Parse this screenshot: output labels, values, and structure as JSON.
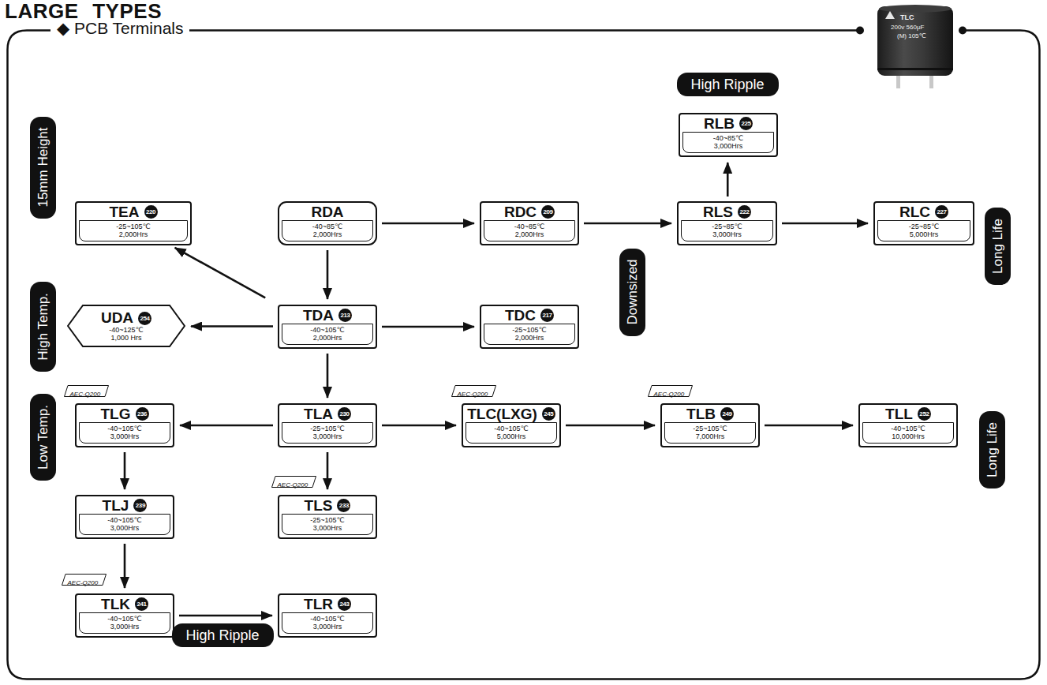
{
  "diagram": {
    "title": "LARGE TYPES",
    "nodes": [
      {
        "text": [
          "◆ PCB Terminals"
        ]
      },
      {
        "text": [
          "High Ripple"
        ],
        "in": 0
      },
      {
        "text": [
          "RLB",
          "225",
          "-40~85℃",
          "3,000Hrs"
        ],
        "in": 0
      },
      {
        "text": [
          "15mm Height"
        ],
        "in": 0
      },
      {
        "text": [
          "TEA",
          "220",
          "-25~105℃",
          "2,000Hrs"
        ],
        "in": 0
      },
      {
        "text": [
          "RDA",
          "-40~85℃",
          "2,000Hrs"
        ],
        "in": 0
      },
      {
        "text": [
          "RDC",
          "209",
          "-40~85℃",
          "2,000Hrs"
        ],
        "in": 0
      },
      {
        "text": [
          "RLS",
          "222",
          "-25~85℃",
          "3,000Hrs"
        ],
        "in": 0
      },
      {
        "text": [
          "RLC",
          "227",
          "-25~85℃",
          "5,000Hrs"
        ],
        "in": 0
      },
      {
        "text": [
          "Long Life"
        ],
        "in": 0
      },
      {
        "text": [
          "Downsized"
        ],
        "in": 0
      },
      {
        "text": [
          "High Temp."
        ],
        "in": 0
      },
      {
        "text": [
          "UDA",
          "254",
          "-40~125℃",
          "1,000 Hrs"
        ],
        "in": 0
      },
      {
        "text": [
          "TDA",
          "213",
          "-40~105℃",
          "2,000Hrs"
        ],
        "in": 0
      },
      {
        "text": [
          "TDC",
          "217",
          "-25~105℃",
          "2,000Hrs"
        ],
        "in": 0
      },
      {
        "text": [
          "AEC-Q200"
        ],
        "in": 0
      },
      {
        "text": [
          "AEC-Q200"
        ],
        "in": 0
      },
      {
        "text": [
          "AEC-Q200"
        ],
        "in": 0
      },
      {
        "text": [
          "Low Temp."
        ],
        "in": 0
      },
      {
        "text": [
          "TLG",
          "236",
          "-40~105℃",
          "3,000Hrs"
        ],
        "in": 0
      },
      {
        "text": [
          "TLA",
          "230",
          "-25~105℃",
          "3,000Hrs"
        ],
        "in": 0
      },
      {
        "text": [
          "TLC(LXG)",
          "245",
          "-40~105℃",
          "5,000Hrs"
        ],
        "in": 0
      },
      {
        "text": [
          "TLB",
          "249",
          "-25~105℃",
          "7,000Hrs"
        ],
        "in": 0
      },
      {
        "text": [
          "TLL",
          "252",
          "-40~105℃",
          "10,000Hrs"
        ],
        "in": 0
      },
      {
        "text": [
          "Long Life"
        ],
        "in": 0
      },
      {
        "text": [
          "AEC-Q200"
        ],
        "in": 0
      },
      {
        "text": [
          "TLJ",
          "239",
          "-40~105℃",
          "3,000Hrs"
        ],
        "in": 0
      },
      {
        "text": [
          "TLS",
          "233",
          "-25~105℃",
          "3,000Hrs"
        ],
        "in": 0
      },
      {
        "text": [
          "AEC-Q200"
        ],
        "in": 0
      },
      {
        "text": [
          "TLK",
          "241",
          "-40~105℃",
          "3,000Hrs"
        ],
        "in": 0
      },
      {
        "text": [
          "TLR",
          "243",
          "-40~105℃",
          "3,000Hrs"
        ],
        "in": 0
      },
      {
        "text": [
          "High Ripple"
        ],
        "in": 0
      }
    ],
    "edges": [
      {
        "from": 5,
        "to": 6,
        "arrow": "to"
      },
      {
        "from": 6,
        "to": 7,
        "arrow": "to"
      },
      {
        "from": 7,
        "to": 8,
        "arrow": "to"
      },
      {
        "from": 7,
        "to": 2,
        "arrow": "to"
      },
      {
        "from": 5,
        "to": 13,
        "arrow": "to"
      },
      {
        "from": 13,
        "to": 4,
        "arrow": "to"
      },
      {
        "from": 13,
        "to": 12,
        "arrow": "to"
      },
      {
        "from": 13,
        "to": 14,
        "arrow": "to"
      },
      {
        "from": 13,
        "to": 20,
        "arrow": "to"
      },
      {
        "from": 20,
        "to": 19,
        "arrow": "to"
      },
      {
        "from": 20,
        "to": 21,
        "arrow": "to"
      },
      {
        "from": 21,
        "to": 22,
        "arrow": "to"
      },
      {
        "from": 22,
        "to": 23,
        "arrow": "to"
      },
      {
        "from": 20,
        "to": 27,
        "arrow": "to"
      },
      {
        "from": 19,
        "to": 26,
        "arrow": "to"
      },
      {
        "from": 26,
        "to": 29,
        "arrow": "to"
      },
      {
        "from": 29,
        "to": 30,
        "arrow": "to"
      }
    ],
    "labels": [
      "TLC",
      "200v 560μF",
      "(M) 105℃"
    ]
  }
}
